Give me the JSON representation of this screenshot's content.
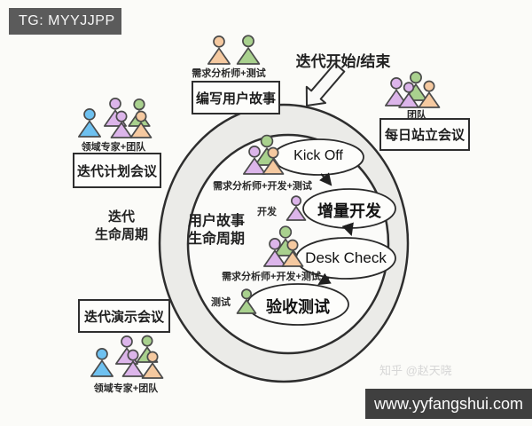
{
  "banner_top": {
    "text": "TG: MYYJJPP"
  },
  "banner_bottom": {
    "text": "www.yyfangshui.com"
  },
  "watermark": {
    "text": "知乎 @赵天晓"
  },
  "flow": {
    "start_end_label": "迭代开始/结束",
    "boxes": {
      "write_user_story": "编写用户故事",
      "daily_standup": "每日站立会议",
      "iteration_planning": "迭代计划会议",
      "iteration_demo": "迭代演示会议"
    },
    "cycle_labels": {
      "iteration_line1": "迭代",
      "iteration_line2": "生命周期",
      "story_line1": "用户故事",
      "story_line2": "生命周期"
    },
    "stages": [
      {
        "label": "Kick Off",
        "role": "需求分析师+开发+测试"
      },
      {
        "label": "增量开发",
        "role": "开发"
      },
      {
        "label": "Desk Check",
        "role": "需求分析师+开发+测试"
      },
      {
        "label": "验收测试",
        "role": "测试"
      }
    ],
    "groups": {
      "analyst_test": "需求分析师+测试",
      "team": "团队",
      "domain_team_top": "领域专家+团队",
      "domain_team_bottom": "领域专家+团队"
    }
  },
  "colors": {
    "orange": "#F5C9A0",
    "green": "#A9D18E",
    "purple": "#DCB5EA",
    "blue": "#6EC1F0",
    "banner_top_bg": "#5B5B5B",
    "banner_bottom_bg": "#3F3F3F",
    "outline": "#2E2E2E",
    "ring_fill": "#EBEBE8",
    "background": "#FBFBF8"
  }
}
